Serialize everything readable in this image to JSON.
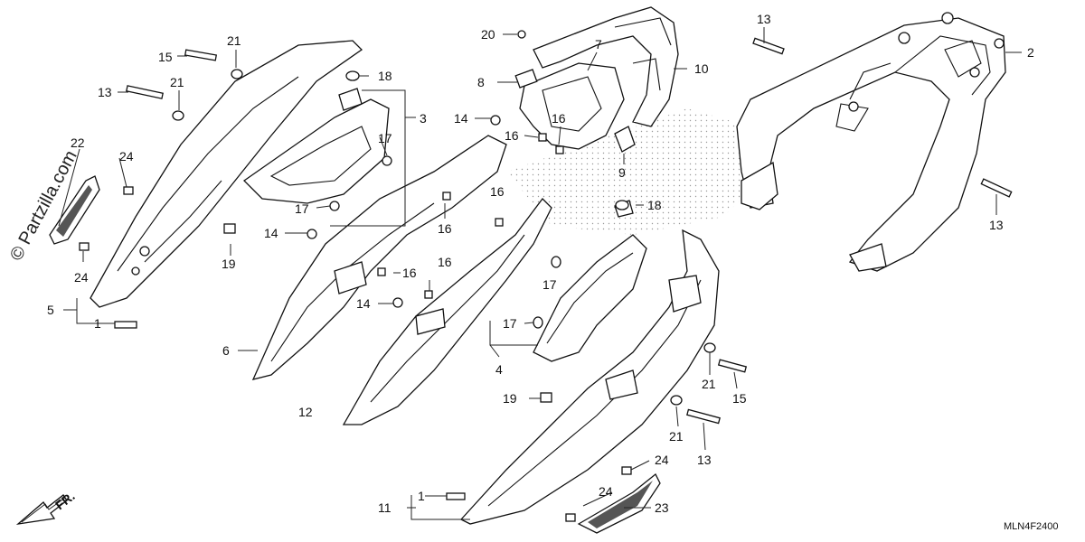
{
  "watermark": "© Partzilla.com",
  "direction_label": "FR.",
  "diagram_code": "MLN4F2400",
  "callouts": {
    "c1a": "1",
    "c1b": "1",
    "c2": "2",
    "c3": "3",
    "c4": "4",
    "c5": "5",
    "c6": "6",
    "c7": "7",
    "c8": "8",
    "c9": "9",
    "c10": "10",
    "c11": "11",
    "c12": "12",
    "c13a": "13",
    "c13b": "13",
    "c13c": "13",
    "c13d": "13",
    "c14a": "14",
    "c14b": "14",
    "c14c": "14",
    "c15a": "15",
    "c15b": "15",
    "c16a": "16",
    "c16b": "16",
    "c16c": "16",
    "c16d": "16",
    "c16e": "16",
    "c16f": "16",
    "c17a": "17",
    "c17b": "17",
    "c17c": "17",
    "c17d": "17",
    "c18a": "18",
    "c18b": "18",
    "c19a": "19",
    "c19b": "19",
    "c20": "20",
    "c21a": "21",
    "c21b": "21",
    "c21c": "21",
    "c21d": "21",
    "c22": "22",
    "c23": "23",
    "c24a": "24",
    "c24b": "24",
    "c24c": "24",
    "c24d": "24"
  }
}
